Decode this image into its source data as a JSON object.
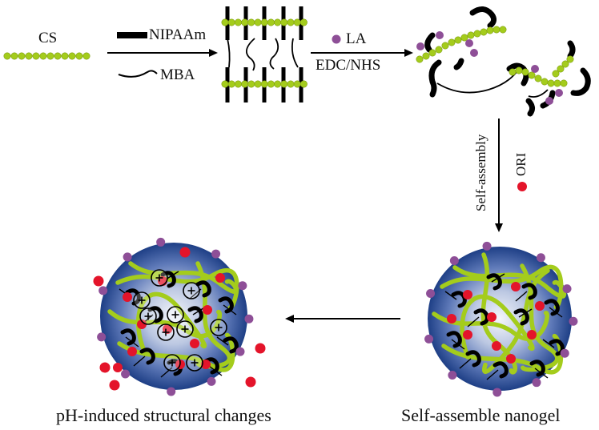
{
  "labels": {
    "cs": "CS",
    "nipaam": "NIPAAm",
    "mba": "MBA",
    "la": "LA",
    "edc_nhs": "EDC/NHS",
    "self_assembly": "Self-assembly",
    "ori": "ORI",
    "ph_changes": "pH-induced structural changes",
    "self_assemble_nanogel": "Self-assemble nanogel"
  },
  "colors": {
    "chitosan_bead": "#a4cc1c",
    "nipaam_bar": "#000000",
    "la_dot": "#8e4f97",
    "ori_dot": "#e4142a",
    "nanogel_core": "#f4f6fb",
    "nanogel_edge": "#1e3f86",
    "protonated_ring": "#ffffff"
  },
  "icons": {
    "charge": "plus-charge-icon"
  }
}
